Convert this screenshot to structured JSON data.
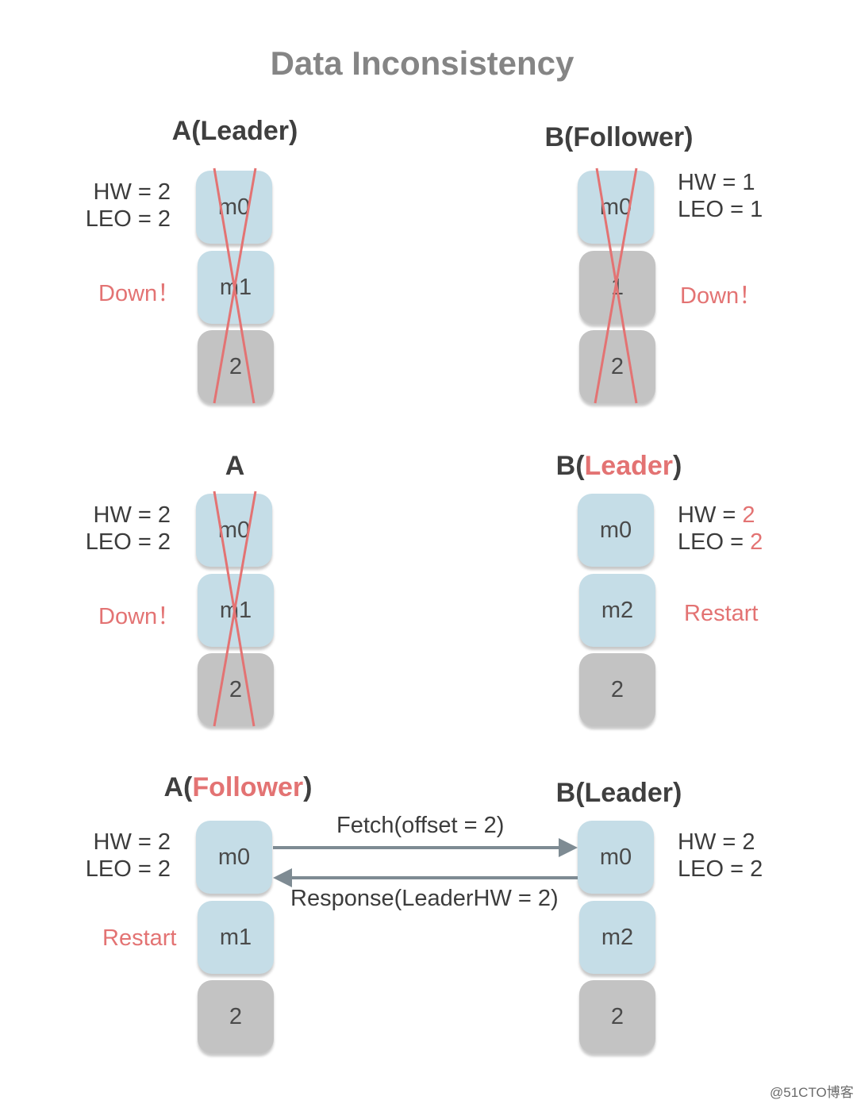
{
  "title": "Data Inconsistency",
  "panels": [
    {
      "a": {
        "head_pre": "A(",
        "head_hl": "",
        "head_main": "Leader",
        "head_post": ")",
        "hw": "HW = 2",
        "leo": "LEO = 2",
        "note": "Down！",
        "cells": [
          {
            "label": "m0",
            "kind": "committed"
          },
          {
            "label": "m1",
            "kind": "committed"
          },
          {
            "label": "2",
            "kind": "empty"
          }
        ],
        "crossed": true
      },
      "b": {
        "head_pre": "B(",
        "head_hl": "",
        "head_main": "Follower",
        "head_post": ")",
        "hw_pre": "HW = ",
        "hw_val": "1",
        "leo_pre": "LEO = ",
        "leo_val": "1",
        "note": "Down！",
        "cells": [
          {
            "label": "m0",
            "kind": "committed"
          },
          {
            "label": "1",
            "kind": "empty"
          },
          {
            "label": "2",
            "kind": "empty"
          }
        ],
        "crossed": true
      }
    },
    {
      "a": {
        "head_pre": "A",
        "head_hl": "",
        "head_main": "",
        "head_post": "",
        "hw": "HW = 2",
        "leo": "LEO = 2",
        "note": "Down！",
        "cells": [
          {
            "label": "m0",
            "kind": "committed"
          },
          {
            "label": "m1",
            "kind": "committed"
          },
          {
            "label": "2",
            "kind": "empty"
          }
        ],
        "crossed": true
      },
      "b": {
        "head_pre": "B(",
        "head_hl": "Leader",
        "head_main": "",
        "head_post": ")",
        "hw_pre": "HW = ",
        "hw_val": "2",
        "leo_pre": "LEO = ",
        "leo_val": "2",
        "note": "Restart",
        "values_highlighted": true,
        "cells": [
          {
            "label": "m0",
            "kind": "committed"
          },
          {
            "label": "m2",
            "kind": "committed"
          },
          {
            "label": "2",
            "kind": "empty"
          }
        ],
        "crossed": false
      }
    },
    {
      "a": {
        "head_pre": "A(",
        "head_hl": "Follower",
        "head_main": "",
        "head_post": ")",
        "hw": "HW = 2",
        "leo": "LEO = 2",
        "note": "Restart",
        "cells": [
          {
            "label": "m0",
            "kind": "committed"
          },
          {
            "label": "m1",
            "kind": "committed"
          },
          {
            "label": "2",
            "kind": "empty"
          }
        ],
        "crossed": false
      },
      "b": {
        "head_pre": "B(",
        "head_hl": "",
        "head_main": "Leader",
        "head_post": ")",
        "hw_pre": "HW = ",
        "hw_val": "2",
        "leo_pre": "LEO = ",
        "leo_val": "2",
        "note": "",
        "cells": [
          {
            "label": "m0",
            "kind": "committed"
          },
          {
            "label": "m2",
            "kind": "committed"
          },
          {
            "label": "2",
            "kind": "empty"
          }
        ],
        "crossed": false
      },
      "arrows": {
        "fetch": "Fetch(offset = 2)",
        "response": "Response(LeaderHW = 2)"
      }
    }
  ],
  "colors": {
    "committed": "#c5dde7",
    "empty": "#c3c3c3",
    "highlight": "#e37373",
    "cross": "#e37373",
    "arrow": "#7e8b93"
  },
  "watermark": "@51CTO博客"
}
